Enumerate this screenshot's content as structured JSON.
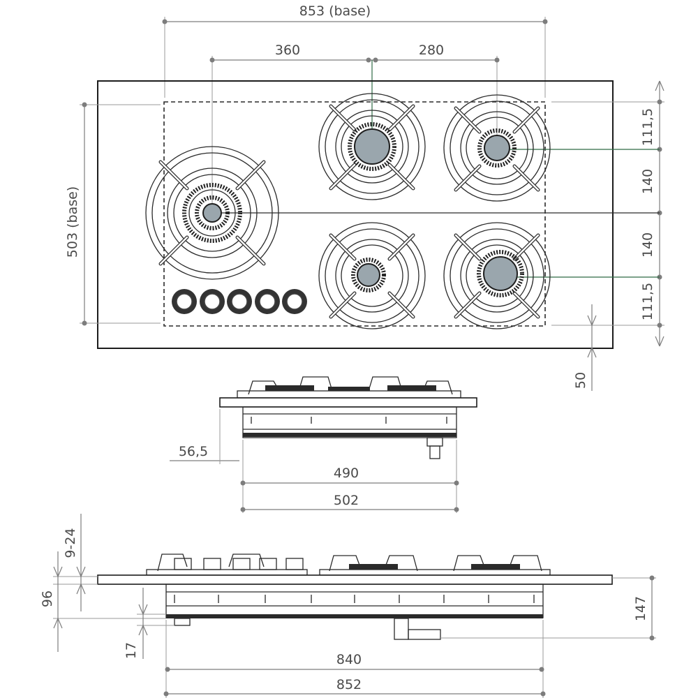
{
  "drawing": {
    "top_view": {
      "base_width_label": "853 (base)",
      "base_depth_label": "503 (base)",
      "burner_spacing_left": "360",
      "burner_spacing_right": "280",
      "right_dims": [
        "111,5",
        "140",
        "140",
        "111,5"
      ],
      "offset_bottom": "50"
    },
    "front_view": {
      "left_offset": "56,5",
      "inner_width": "490",
      "outer_width": "502"
    },
    "side_view": {
      "grate_height": "9-24",
      "total_height": "96",
      "base_height": "17",
      "right_height": "147",
      "inner_width": "840",
      "outer_width": "852"
    }
  }
}
